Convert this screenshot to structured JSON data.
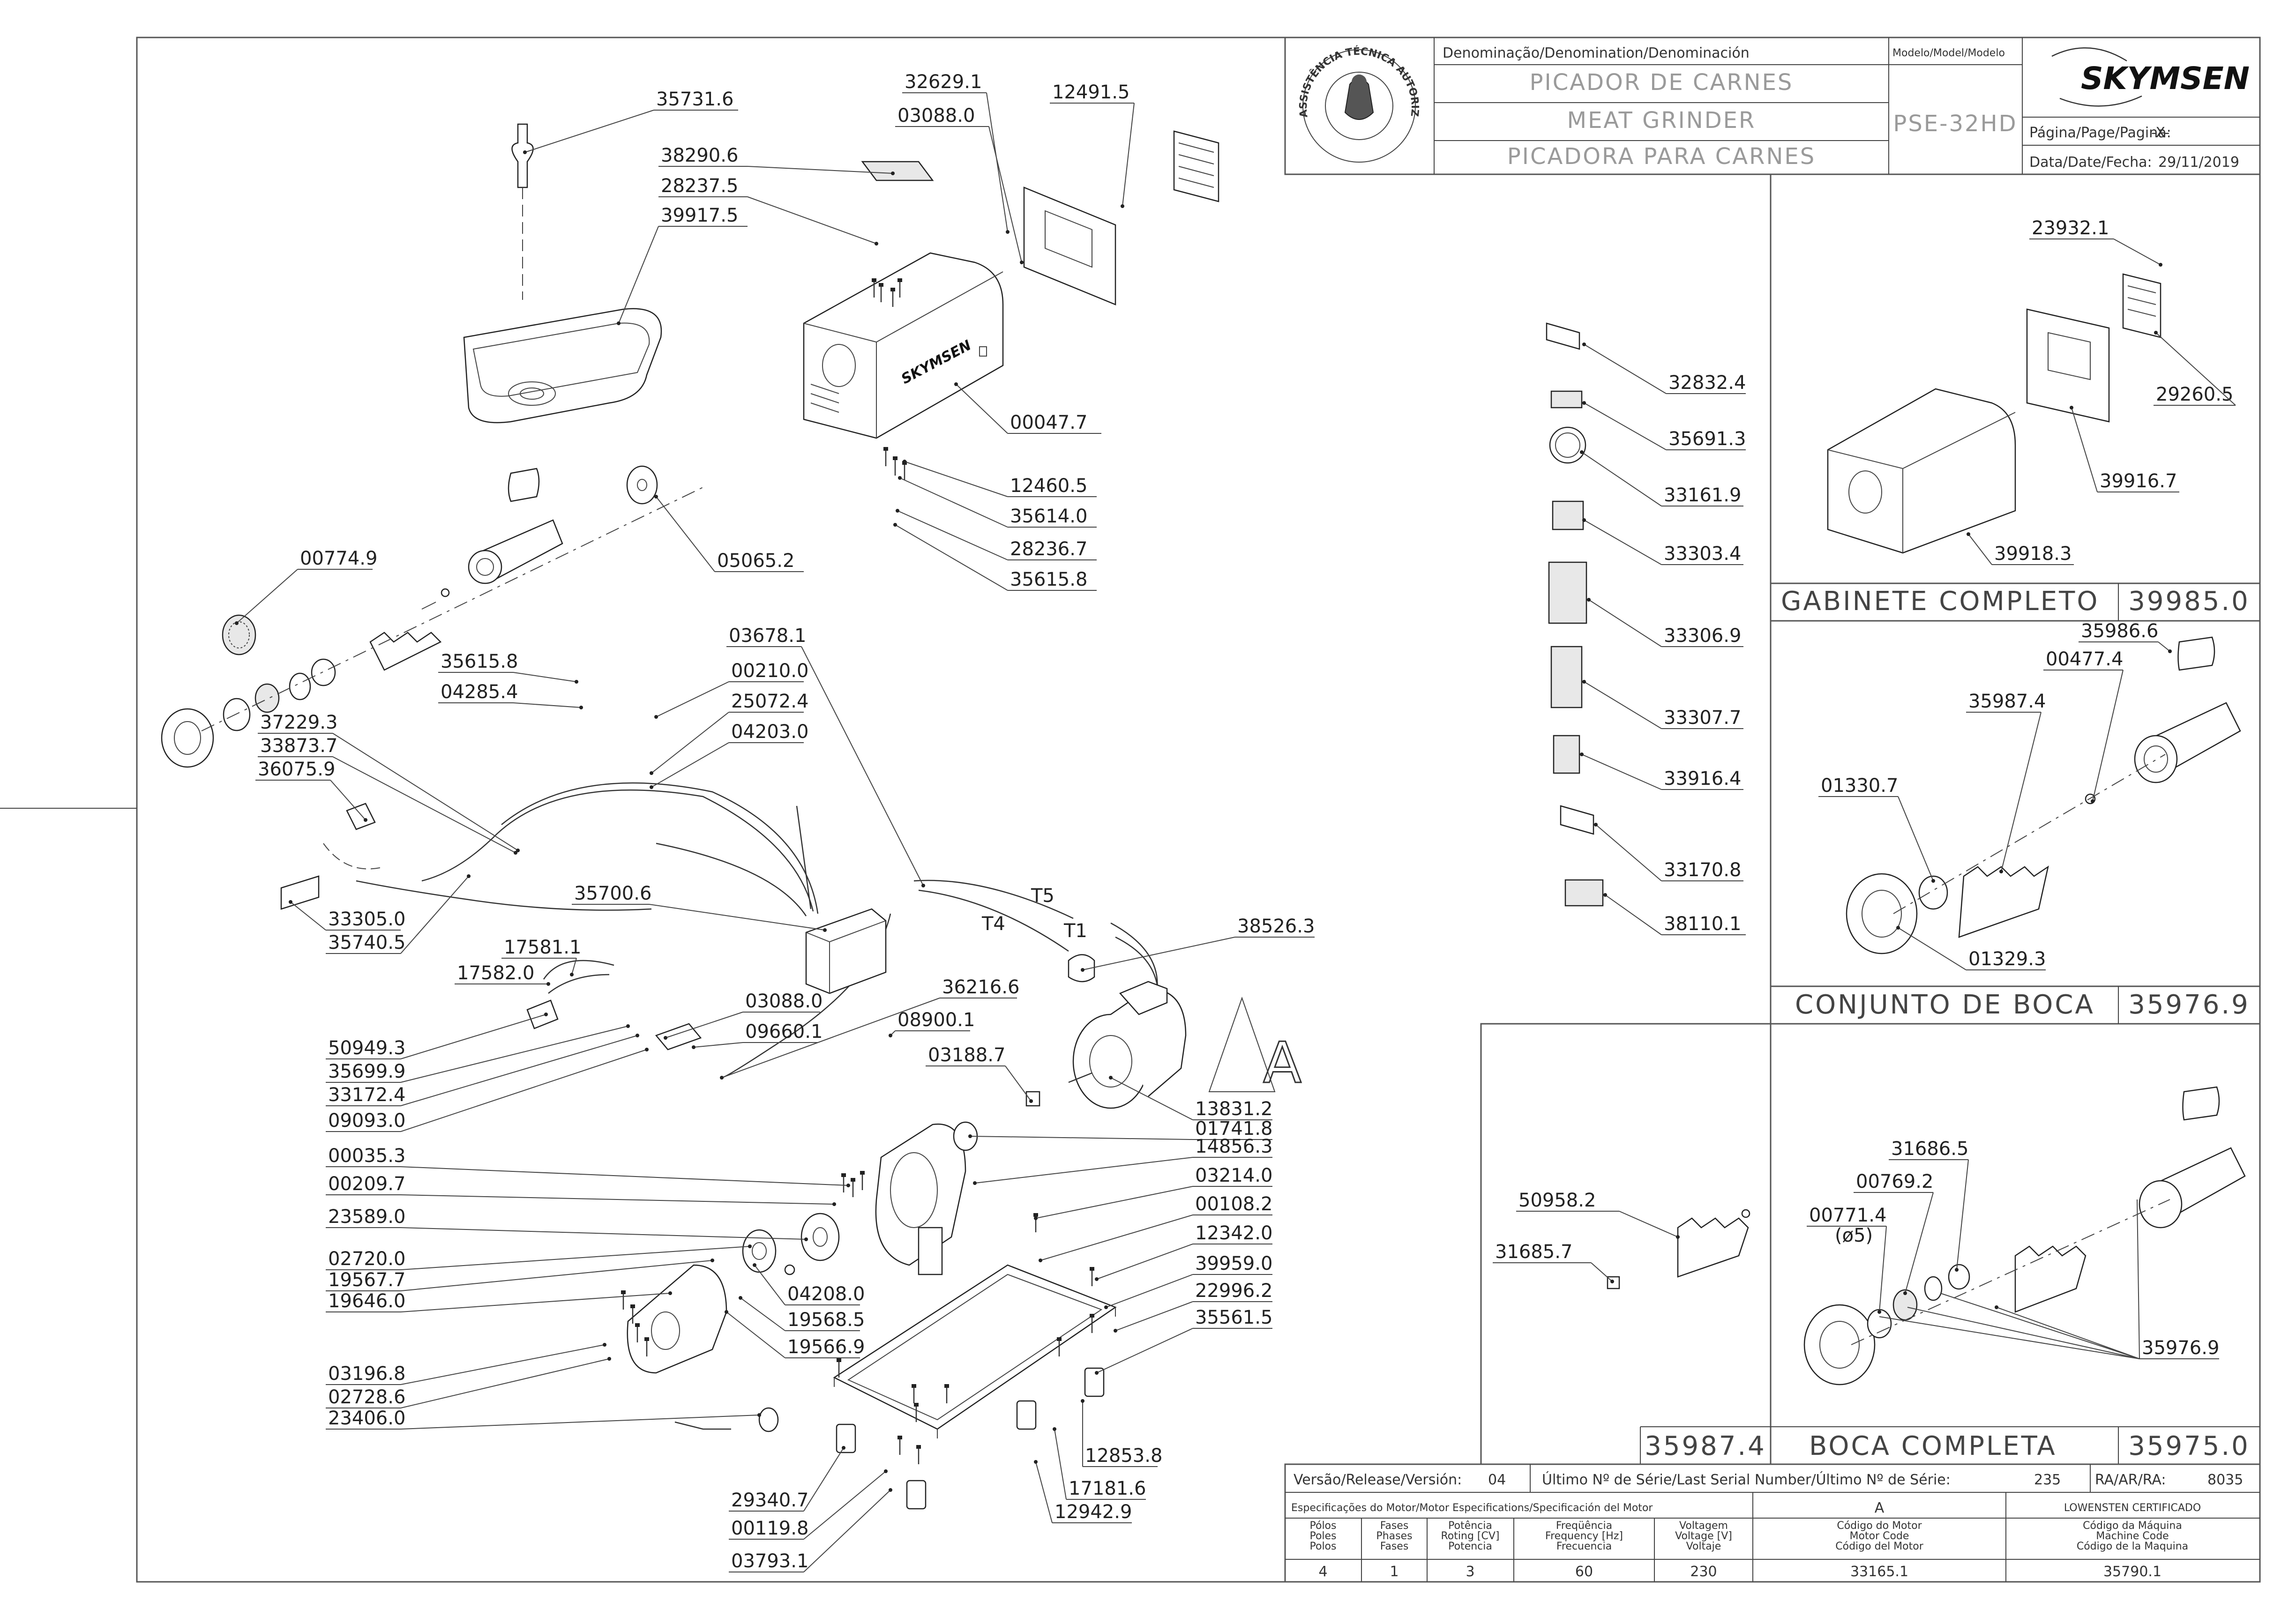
{
  "title_block": {
    "denomination_header": "Denominação/Denomination/Denominación",
    "model_header": "Modelo/Model/Modelo",
    "name_pt": "PICADOR DE CARNES",
    "name_en": "MEAT GRINDER",
    "name_es": "PICADORA PARA CARNES",
    "model": "PSE-32HD",
    "brand": "SKYMSEN",
    "seal_text": "ASSISTÊNCIA TÉCNICA AUTORIZADA",
    "page_label": "Página/Page/Pagina:",
    "page_value": "-X-",
    "date_label": "Data/Date/Fecha:",
    "date_value": "29/11/2019"
  },
  "main_parts": [
    "35731.6",
    "32629.1",
    "12491.5",
    "03088.0",
    "38290.6",
    "28237.5",
    "39917.5",
    "00047.7",
    "12460.5",
    "35614.0",
    "28236.7",
    "35615.8",
    "05065.2",
    "00774.9",
    "03678.1",
    "00210.0",
    "35615.8",
    "04285.4",
    "25072.4",
    "04203.0",
    "37229.3",
    "33873.7",
    "36075.9",
    "33305.0",
    "35740.5",
    "35700.6",
    "17581.1",
    "17582.0",
    "38526.3",
    "03088.0",
    "36216.6",
    "08900.1",
    "09660.1",
    "03188.7",
    "50949.3",
    "35699.9",
    "33172.4",
    "09093.0",
    "13831.2",
    "01741.8",
    "14856.3",
    "00035.3",
    "03214.0",
    "00209.7",
    "00108.2",
    "23589.0",
    "12342.0",
    "02720.0",
    "39959.0",
    "19567.7",
    "22996.2",
    "19646.0",
    "04208.0",
    "35561.5",
    "19568.5",
    "19566.9",
    "03196.8",
    "02728.6",
    "23406.0",
    "12853.8",
    "17181.6",
    "29340.7",
    "12942.9",
    "00119.8",
    "03793.1"
  ],
  "motor_letter": "A",
  "wires": [
    "T5",
    "T4",
    "T1"
  ],
  "labels_column": [
    "32832.4",
    "35691.3",
    "33161.9",
    "33303.4",
    "33306.9",
    "33307.7",
    "33916.4",
    "33170.8",
    "38110.1"
  ],
  "gabinete": {
    "title": "GABINETE COMPLETO",
    "code": "39985.0",
    "parts": [
      "23932.1",
      "29260.5",
      "39916.7",
      "39918.3"
    ]
  },
  "conjunto_boca": {
    "title": "CONJUNTO DE BOCA",
    "code": "35976.9",
    "parts": [
      "35986.6",
      "00477.4",
      "35987.4",
      "01330.7",
      "01329.3"
    ]
  },
  "rosca": {
    "code": "35987.4",
    "parts": [
      "50958.2",
      "31685.7"
    ]
  },
  "boca_completa": {
    "title": "BOCA COMPLETA",
    "code": "35975.0",
    "parts": [
      "31686.5",
      "00769.2",
      "00771.4",
      "(ø5)",
      "35976.9"
    ]
  },
  "footer": {
    "version_label": "Versão/Release/Versión:",
    "version_value": "04",
    "serial_label": "Último Nº de Série/Last Serial Number/Último Nº de Série:",
    "serial_value": "235",
    "ra_label": "RA/AR/RA:",
    "ra_value": "8035",
    "motor_spec_label": "Especificações do Motor/Motor Especifications/Specificación del Motor",
    "motor_col": "A",
    "cert": "LOWENSTEN CERTIFICADO",
    "headers": [
      [
        "Pólos",
        "Poles",
        "Polos"
      ],
      [
        "Fases",
        "Phases",
        "Fases"
      ],
      [
        "Potência",
        "Roting [CV]",
        "Potencia"
      ],
      [
        "Freqüência",
        "Frequency [Hz]",
        "Frecuencia"
      ],
      [
        "Voltagem",
        "Voltage [V]",
        "Voltaje"
      ],
      [
        "Código do Motor",
        "Motor Code",
        "Código del Motor"
      ],
      [
        "Código da Máquina",
        "Machine Code",
        "Código de la Maquina"
      ]
    ],
    "values": [
      "4",
      "1",
      "3",
      "60",
      "230",
      "33165.1",
      "35790.1"
    ]
  }
}
